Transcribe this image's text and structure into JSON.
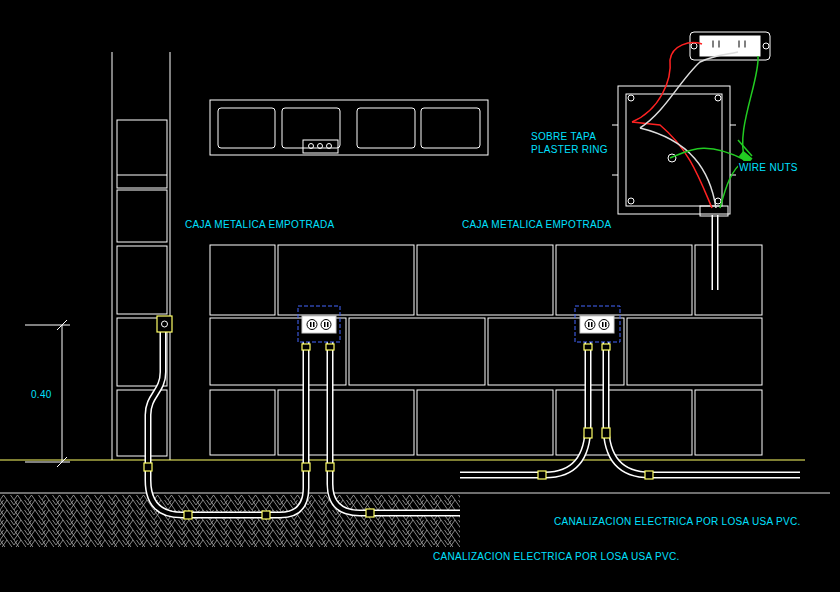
{
  "diagram": {
    "labels": [
      "SOBRE TAPA PLASTER RING",
      "WIRE NUTS",
      "CAJA METALICA EMPOTRADA",
      "CAJA METALICA EMPOTRADA",
      "0.40",
      "CANALIZACION ELECTRICA POR LOSA USA PVC.",
      "CANALIZACION ELECTRICA POR LOSA USA PVC."
    ]
  }
}
